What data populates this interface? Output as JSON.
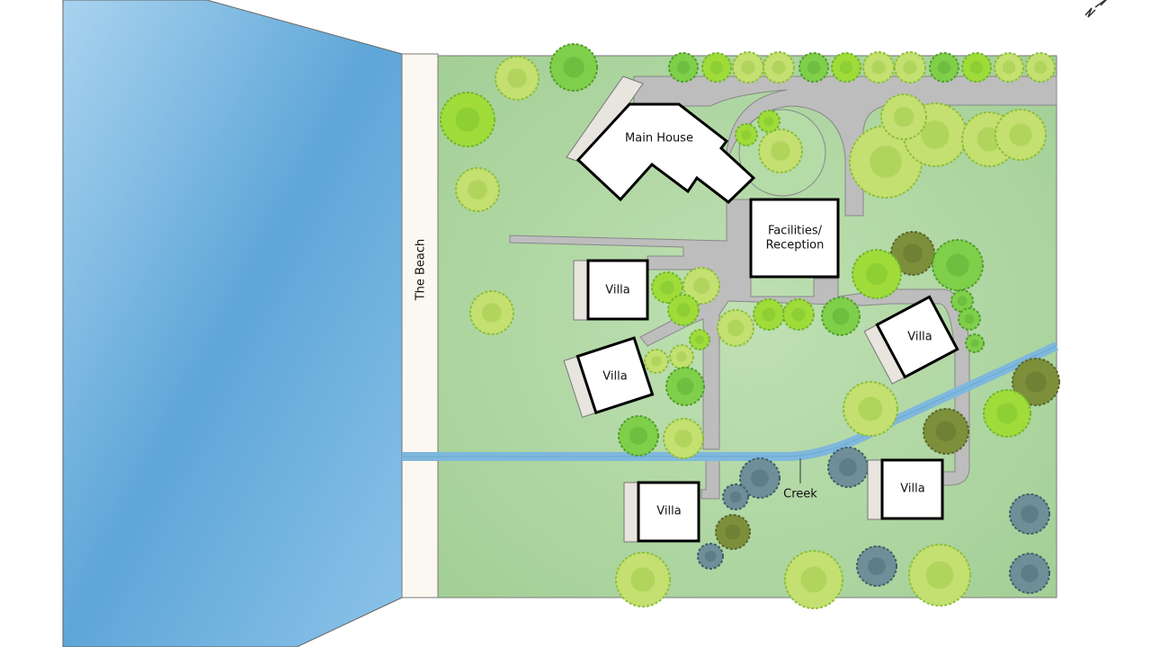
{
  "plan": {
    "beach_label": "The Beach",
    "creek_label": "Creek",
    "main_house_label": "Main House",
    "facilities_label_line1": "Facilities/",
    "facilities_label_line2": "Reception",
    "villas": [
      "Villa",
      "Villa",
      "Villa",
      "Villa",
      "Villa"
    ]
  },
  "colors": {
    "ocean": "#6fb0dc",
    "lawn": "#aed4a2",
    "beach": "#fbf8f1",
    "road": "#bdbdbd",
    "creek": "#7fb8dd"
  }
}
